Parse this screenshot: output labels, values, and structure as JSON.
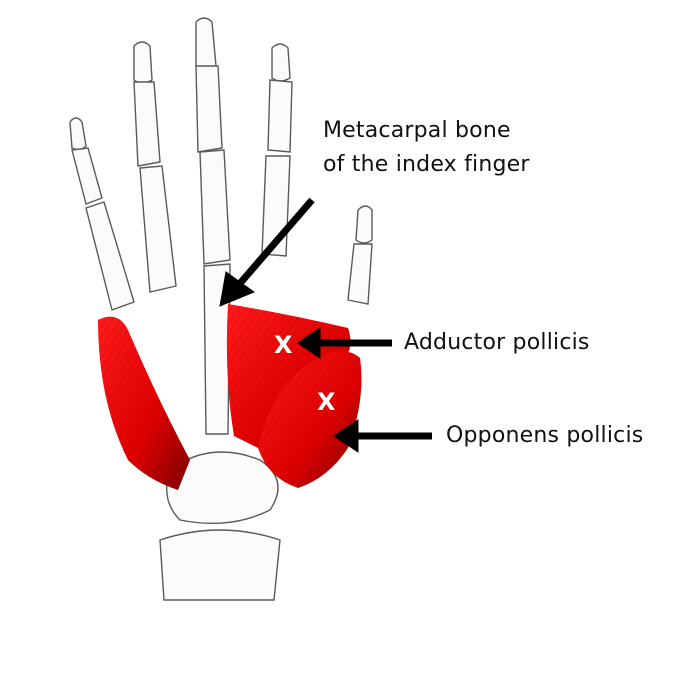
{
  "figure": {
    "subject": "Palmar view of right hand skeleton with thenar and hypothenar muscles",
    "muscle_color": "#e00000",
    "bone_outline_color": "#555555",
    "arrow_color": "#000000"
  },
  "labels": {
    "metacarpal_line1": "Metacarpal bone",
    "metacarpal_line2": "of the index finger",
    "adductor": "Adductor pollicis",
    "opponens": "Opponens pollicis"
  },
  "markers": {
    "adductor_marker": "X",
    "opponens_marker": "X"
  }
}
